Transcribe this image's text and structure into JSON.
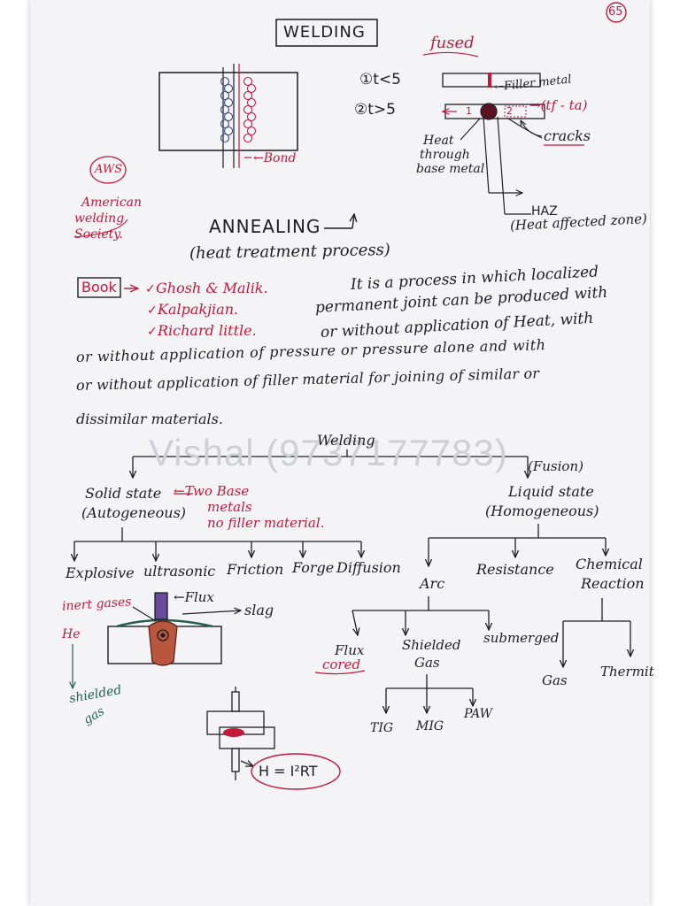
{
  "page": {
    "number": "65",
    "title": "WELDING",
    "watermark": "Vishal (9737177783)"
  },
  "weld_diagram": {
    "bond_label": "←Bond",
    "aws_abbr": "AWS",
    "aws_full_1": "American",
    "aws_full_2": "welding",
    "aws_full_3": "Society."
  },
  "fused_diagram": {
    "fused_label": "fused",
    "case_1": "①t<5",
    "case_2": "②t>5",
    "filler_metal": "←Filler metal",
    "region_1": "1",
    "region_2": "2",
    "tf_ta": "→(tf - ta)",
    "heat_1": "Heat",
    "heat_2": "through",
    "heat_3": "base metal",
    "cracks": "cracks",
    "haz": "HAZ",
    "haz_full": "(Heat affected zone)"
  },
  "annealing": {
    "title": "ANNEALING",
    "subtitle": "(heat treatment process)"
  },
  "books": {
    "label": "Book",
    "items": [
      "Ghosh & Malik.",
      "Kalpakjian.",
      "Richard little."
    ]
  },
  "definition": {
    "line_1": "It is a process in which localized",
    "line_2": "permanent joint can be produced with",
    "line_3": "or without application of Heat, with",
    "line_4": "or without application of pressure or pressure alone and with",
    "line_5": "or without application of filler material for joining of similar or",
    "line_6": "dissimilar materials."
  },
  "tree": {
    "root": "Welding",
    "fusion": "(Fusion)",
    "solid_state": "Solid state",
    "autogeneous": "(Autogeneous)",
    "solid_note_1": "←Two Base",
    "solid_note_2": "metals",
    "solid_note_3": "no filler material.",
    "liquid_state": "Liquid state",
    "homogeneous": "(Homogeneous)",
    "solid_types": [
      "Explosive",
      "ultrasonic",
      "Friction",
      "Forge",
      "Diffusion"
    ],
    "liquid_types": [
      "Arc",
      "Resistance",
      "Chemical",
      "Reaction"
    ],
    "arc_types": [
      "Flux",
      "cored",
      "Shielded",
      "Gas",
      "submerged"
    ],
    "gas_types": [
      "TIG",
      "MIG",
      "PAW"
    ],
    "chemical_types": [
      "Gas",
      "Thermit"
    ]
  },
  "shield_diagram": {
    "inert_gases": "inert gases",
    "he": "He",
    "flux": "←Flux",
    "slag": "slag",
    "shielded_1": "shielded",
    "shielded_2": "gas"
  },
  "resistance_diagram": {
    "formula": "H = I²RT"
  }
}
